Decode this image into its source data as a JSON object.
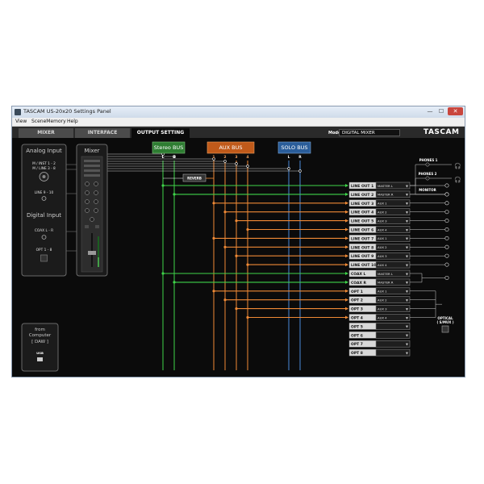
{
  "window": {
    "title": "TASCAM US-20x20 Settings Panel",
    "min": "—",
    "max": "☐",
    "close": "✕"
  },
  "menu": [
    "View",
    "SceneMemory",
    "Help"
  ],
  "tabs": [
    {
      "label": "MIXER",
      "active": false
    },
    {
      "label": "INTERFACE",
      "active": false
    },
    {
      "label": "OUTPUT SETTING",
      "active": true
    }
  ],
  "mode": {
    "label": "Mode",
    "value": "DIGITAL MIXER"
  },
  "brand": "TASCAM",
  "left_panel": {
    "analog_title": "Analog Input",
    "mic1": "M / INST 1 - 2",
    "mic2": "M / LINE 3 - 8",
    "line": "LINE 9 - 10",
    "digital_title": "Digital Input",
    "coax": "COAX L - R",
    "opt": "OPT 1 - 8"
  },
  "mixer_title": "Mixer",
  "bus": {
    "stereo": {
      "title": "Stereo BUS",
      "channels": [
        "L",
        "R"
      ],
      "color": "#2e7d32"
    },
    "aux": {
      "title": "AUX BUS",
      "channels": [
        "1",
        "2",
        "3",
        "4"
      ],
      "color": "#c05a1a"
    },
    "solo": {
      "title": "SOLO BUS",
      "channels": [
        "L",
        "R"
      ],
      "color": "#2a5d9a"
    }
  },
  "reverb": "REVERB",
  "outputs": [
    {
      "name": "LINE OUT 1",
      "src": "MASTER L",
      "bus": "stereo"
    },
    {
      "name": "LINE OUT 2",
      "src": "MASTER R",
      "bus": "stereo"
    },
    {
      "name": "LINE OUT 3",
      "src": "AUX 1",
      "bus": "aux"
    },
    {
      "name": "LINE OUT 4",
      "src": "AUX 2",
      "bus": "aux"
    },
    {
      "name": "LINE OUT 5",
      "src": "AUX 3",
      "bus": "aux"
    },
    {
      "name": "LINE OUT 6",
      "src": "AUX 4",
      "bus": "aux"
    },
    {
      "name": "LINE OUT 7",
      "src": "AUX 1",
      "bus": "aux"
    },
    {
      "name": "LINE OUT 8",
      "src": "AUX 2",
      "bus": "aux"
    },
    {
      "name": "LINE OUT 9",
      "src": "AUX 3",
      "bus": "aux"
    },
    {
      "name": "LINE OUT 10",
      "src": "AUX 4",
      "bus": "aux"
    },
    {
      "name": "COAX L",
      "src": "MASTER L",
      "bus": "stereo"
    },
    {
      "name": "COAX R",
      "src": "MASTER R",
      "bus": "stereo"
    },
    {
      "name": "OPT 1",
      "src": "AUX 1",
      "bus": "aux"
    },
    {
      "name": "OPT 2",
      "src": "AUX 2",
      "bus": "aux"
    },
    {
      "name": "OPT 3",
      "src": "AUX 3",
      "bus": "aux"
    },
    {
      "name": "OPT 4",
      "src": "AUX 4",
      "bus": "aux"
    },
    {
      "name": "OPT 5",
      "src": "",
      "bus": ""
    },
    {
      "name": "OPT 6",
      "src": "",
      "bus": ""
    },
    {
      "name": "OPT 7",
      "src": "",
      "bus": ""
    },
    {
      "name": "OPT 8",
      "src": "",
      "bus": ""
    }
  ],
  "right": {
    "phones1": "PHONES 1",
    "phones2": "PHONES 2",
    "monitor": "MONITOR",
    "optical": "OPTICAL\n( S/MUX )"
  },
  "computer": {
    "line1": "from",
    "line2": "Computer",
    "line3": "[ DAW ]",
    "usb": "USB"
  }
}
